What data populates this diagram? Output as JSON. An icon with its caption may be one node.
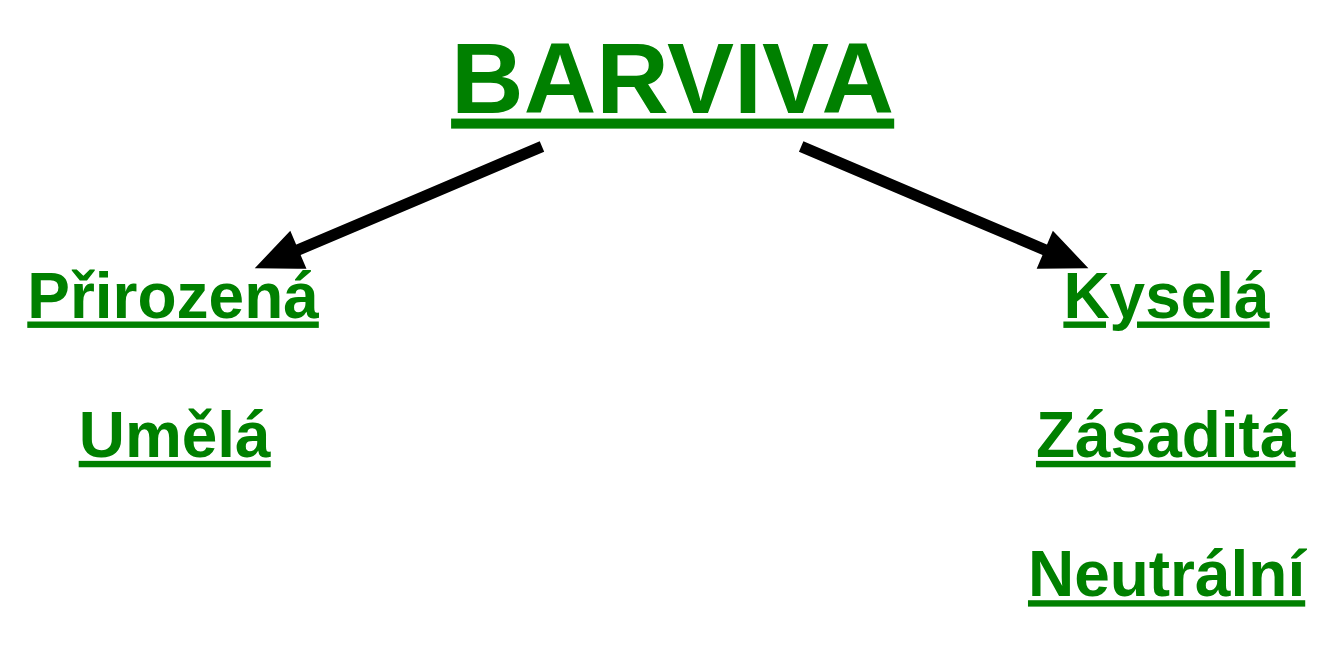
{
  "diagram": {
    "nodes": [
      {
        "text": [
          "BARVIVA"
        ]
      },
      {
        "text": [
          "Přirozená"
        ]
      },
      {
        "text": [
          "Umělá"
        ]
      },
      {
        "text": [
          "Kyselá"
        ]
      },
      {
        "text": [
          "Zásaditá"
        ]
      },
      {
        "text": [
          "Neutrální"
        ]
      }
    ],
    "edges": [
      {
        "from": 0,
        "to": 1,
        "arrow": "to"
      },
      {
        "from": 0,
        "to": 3,
        "arrow": "to"
      }
    ]
  }
}
